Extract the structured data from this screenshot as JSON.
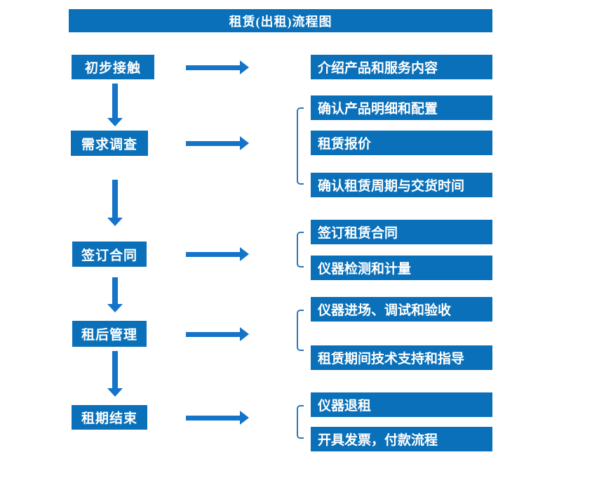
{
  "title": "租赁(出租)流程图",
  "colors": {
    "box": "#0a70b9",
    "arrow": "#1574c8",
    "bracket": "#2e75b6",
    "text": "#ffffff",
    "background": "#ffffff"
  },
  "steps": [
    {
      "label": "初步接触",
      "outputs": [
        "介绍产品和服务内容"
      ]
    },
    {
      "label": "需求调查",
      "outputs": [
        "确认产品明细和配置",
        "租赁报价",
        "确认租赁周期与交货时间"
      ]
    },
    {
      "label": "签订合同",
      "outputs": [
        "签订租赁合同",
        "仪器检测和计量"
      ]
    },
    {
      "label": "租后管理",
      "outputs": [
        "仪器进场、调试和验收",
        "租赁期间技术支持和指导"
      ]
    },
    {
      "label": "租期结束",
      "outputs": [
        "仪器退租",
        "开具发票，付款流程"
      ]
    }
  ]
}
